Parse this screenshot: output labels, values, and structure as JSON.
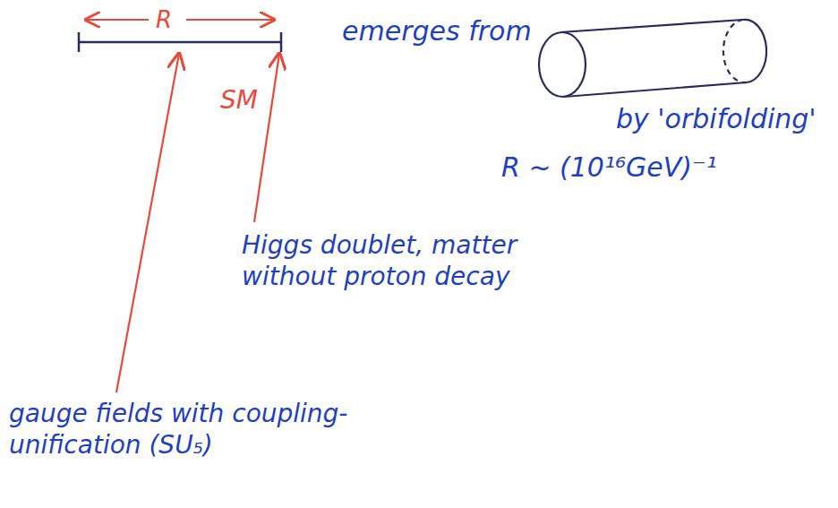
{
  "diagram": {
    "labels": [
      "R",
      "emerges from",
      "SM",
      "by 'orbifolding'",
      "R ~ (10¹⁶GeV)⁻¹",
      "Higgs doublet, matter without proton decay",
      "gauge fields with coupling-unification (SU₅)"
    ]
  }
}
